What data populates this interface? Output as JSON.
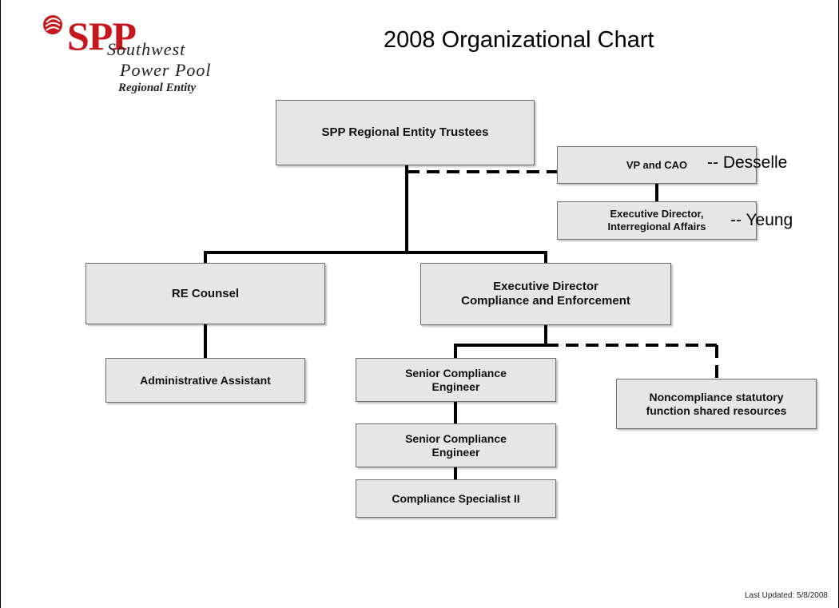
{
  "logo": {
    "mark": "SPP",
    "line1": "Southwest",
    "line2": "Power Pool",
    "line3": "Regional Entity",
    "brand_color": "#c4161c",
    "icon": "sun-swirl-icon"
  },
  "title": "2008 Organizational Chart",
  "nodes": {
    "trustees": "SPP Regional Entity Trustees",
    "vp_cao": "VP and CAO",
    "exec_interregional": "Executive Director,\nInterregional Affairs",
    "re_counsel": "RE Counsel",
    "exec_compliance": "Executive Director\nCompliance and Enforcement",
    "admin_assistant": "Administrative Assistant",
    "senior_engineer_1": "Senior Compliance\nEngineer",
    "senior_engineer_2": "Senior Compliance\nEngineer",
    "compliance_specialist": "Compliance Specialist II",
    "noncompliance_shared": "Noncompliance statutory\nfunction shared resources"
  },
  "annotations": {
    "vp_cao_name": "-- Desselle",
    "exec_interregional_name": "-- Yeung"
  },
  "footer": {
    "last_updated": "Last Updated: 5/8/2008"
  },
  "colors": {
    "box_fill": "#e6e6e6",
    "box_border": "#6e6e6e",
    "connector": "#000000"
  }
}
